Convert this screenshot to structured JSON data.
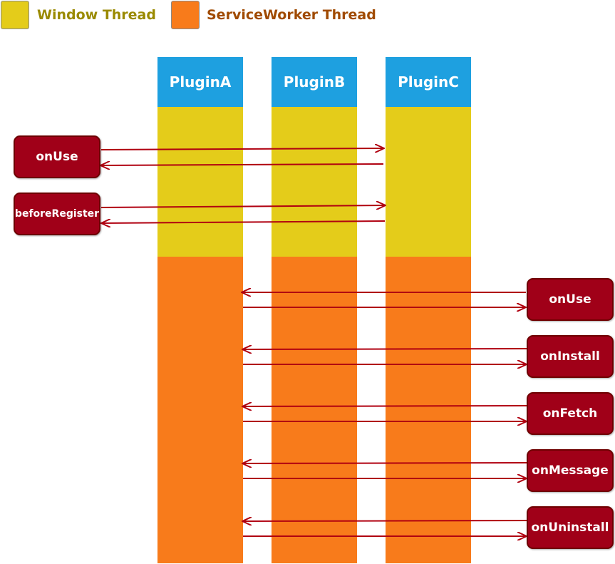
{
  "legend": {
    "window_label": "Window Thread",
    "sw_label": "ServiceWorker Thread"
  },
  "plugins": [
    {
      "name": "PluginA"
    },
    {
      "name": "PluginB"
    },
    {
      "name": "PluginC"
    }
  ],
  "window_hooks": [
    {
      "label": "onUse"
    },
    {
      "label": "beforeRegister"
    }
  ],
  "sw_hooks": [
    {
      "label": "onUse"
    },
    {
      "label": "onInstall"
    },
    {
      "label": "onFetch"
    },
    {
      "label": "onMessage"
    },
    {
      "label": "onUninstall"
    }
  ],
  "colors": {
    "window_thread": "#e4cc1a",
    "sw_thread": "#f87b1b",
    "plugin_header": "#1ea0e0",
    "hook_box": "#a00018",
    "arrow": "#b00010",
    "window_text": "#9a8a00",
    "sw_text": "#a04a00"
  }
}
